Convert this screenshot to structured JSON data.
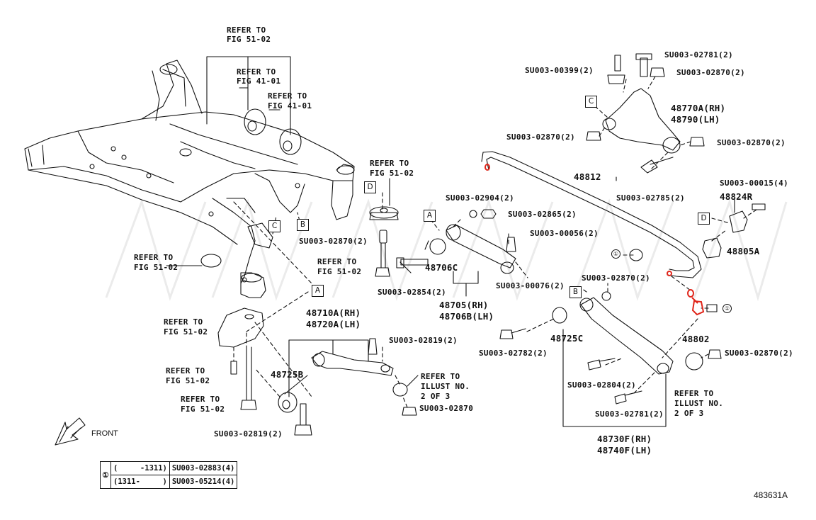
{
  "diagram_id": "483631A",
  "front_label": "FRONT",
  "colors": {
    "line": "#111111",
    "highlight": "#e0261b",
    "watermark": "#ededed"
  },
  "refs": {
    "box_a": "A",
    "box_b": "B",
    "box_c": "C",
    "box_d": "D",
    "circle_1": "①"
  },
  "labels": {
    "refer_5102_top_1": "REFER TO",
    "refer_5102_top_2": "FIG 51-02",
    "refer_4101_a_1": "REFER TO",
    "refer_4101_a_2": "FIG 41-01",
    "refer_4101_b_1": "REFER TO",
    "refer_4101_b_2": "FIG 41-01",
    "refer_5102_mid_1": "REFER TO",
    "refer_5102_mid_2": "FIG 51-02",
    "refer_5102_left_1": "REFER TO",
    "refer_5102_left_2": "FIG 51-02",
    "refer_5102_center_1": "REFER TO",
    "refer_5102_center_2": "FIG 51-02",
    "refer_5102_low1_1": "REFER TO",
    "refer_5102_low1_2": "FIG 51-02",
    "refer_5102_low2_1": "REFER TO",
    "refer_5102_low2_2": "FIG 51-02",
    "refer_5102_low3_1": "REFER TO",
    "refer_5102_low3_2": "FIG 51-02",
    "illust_a_1": "REFER TO",
    "illust_a_2": "ILLUST NO.",
    "illust_a_3": "2 OF 3",
    "illust_b_1": "REFER TO",
    "illust_b_2": "ILLUST NO.",
    "illust_b_3": "2 OF 3"
  },
  "bolts": {
    "b_02781_top": "SU003-02781(2)",
    "b_00399": "SU003-00399(2)",
    "b_02870_top": "SU003-02870(2)",
    "b_02870_arm_l": "SU003-02870(2)",
    "b_02870_arm_r": "SU003-02870(2)",
    "b_02785": "SU003-02785(2)",
    "b_00015": "SU003-00015(4)",
    "b_02904": "SU003-02904(2)",
    "b_02865": "SU003-02865(2)",
    "b_00056": "SU003-00056(2)",
    "b_02870_frame": "SU003-02870(2)",
    "b_02854": "SU003-02854(2)",
    "b_00076": "SU003-00076(2)",
    "b_02870_link": "SU003-02870(2)",
    "b_02819_mid": "SU003-02819(2)",
    "b_02870_single": "SU003-02870",
    "b_02782": "SU003-02782(2)",
    "b_02870_lower": "SU003-02870(2)",
    "b_02804": "SU003-02804(2)",
    "b_02781_low": "SU003-02781(2)",
    "b_02819_low": "SU003-02819(2)"
  },
  "parts": {
    "p_48770a": "48770A(RH)",
    "p_48790": "48790(LH)",
    "p_48812": "48812",
    "p_48824r": "48824R",
    "p_48805a": "48805A",
    "p_48706c": "48706C",
    "p_48705": "48705(RH)",
    "p_48706b": "48706B(LH)",
    "p_48710a": "48710A(RH)",
    "p_48720a": "48720A(LH)",
    "p_48725b": "48725B",
    "p_48725c": "48725C",
    "p_48802": "48802",
    "p_48730f": "48730F(RH)",
    "p_48740f": "48740F(LH)"
  },
  "legend": {
    "rows": [
      {
        "range": "(     -1311)",
        "part": "SU003-02883(4)"
      },
      {
        "range": "(1311-     )",
        "part": "SU003-05214(4)"
      }
    ]
  }
}
